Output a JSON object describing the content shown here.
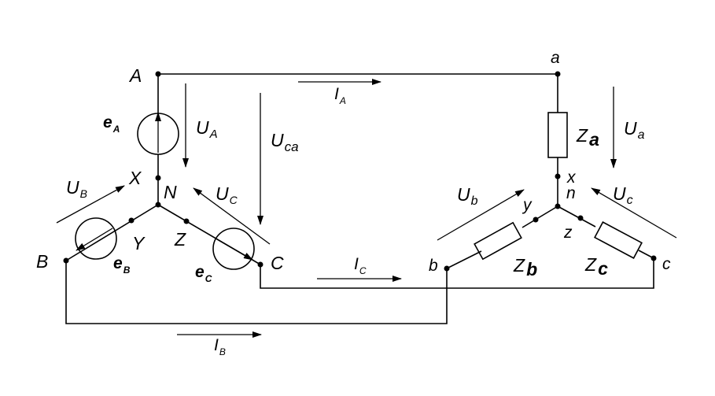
{
  "nodes": {
    "A": "A",
    "a": "a",
    "X": "X",
    "N": "N",
    "B": "B",
    "Y": "Y",
    "Z": "Z",
    "C": "C",
    "b": "b",
    "c": "c",
    "x": "x",
    "y": "y",
    "n": "n",
    "z": "z"
  },
  "sources": {
    "eA": {
      "main": "e",
      "sub": "A"
    },
    "eB": {
      "main": "e",
      "sub": "B"
    },
    "eC": {
      "main": "e",
      "sub": "C"
    }
  },
  "voltages": {
    "UA": {
      "main": "U",
      "sub": "A"
    },
    "UB": {
      "main": "U",
      "sub": "B"
    },
    "UC": {
      "main": "U",
      "sub": "C"
    },
    "Uca": {
      "main": "U",
      "sub": "ca"
    },
    "Ua": {
      "main": "U",
      "sub": "a"
    },
    "Ub": {
      "main": "U",
      "sub": "b"
    },
    "Uc": {
      "main": "U",
      "sub": "c"
    }
  },
  "currents": {
    "IA": {
      "main": "I",
      "sub": "A"
    },
    "IB": {
      "main": "I",
      "sub": "B"
    },
    "IC": {
      "main": "I",
      "sub": "C"
    }
  },
  "impedances": {
    "Za": {
      "main": "Z",
      "sub": "a"
    },
    "Zb": {
      "main": "Z",
      "sub": "b"
    },
    "Zc": {
      "main": "Z",
      "sub": "c"
    }
  }
}
